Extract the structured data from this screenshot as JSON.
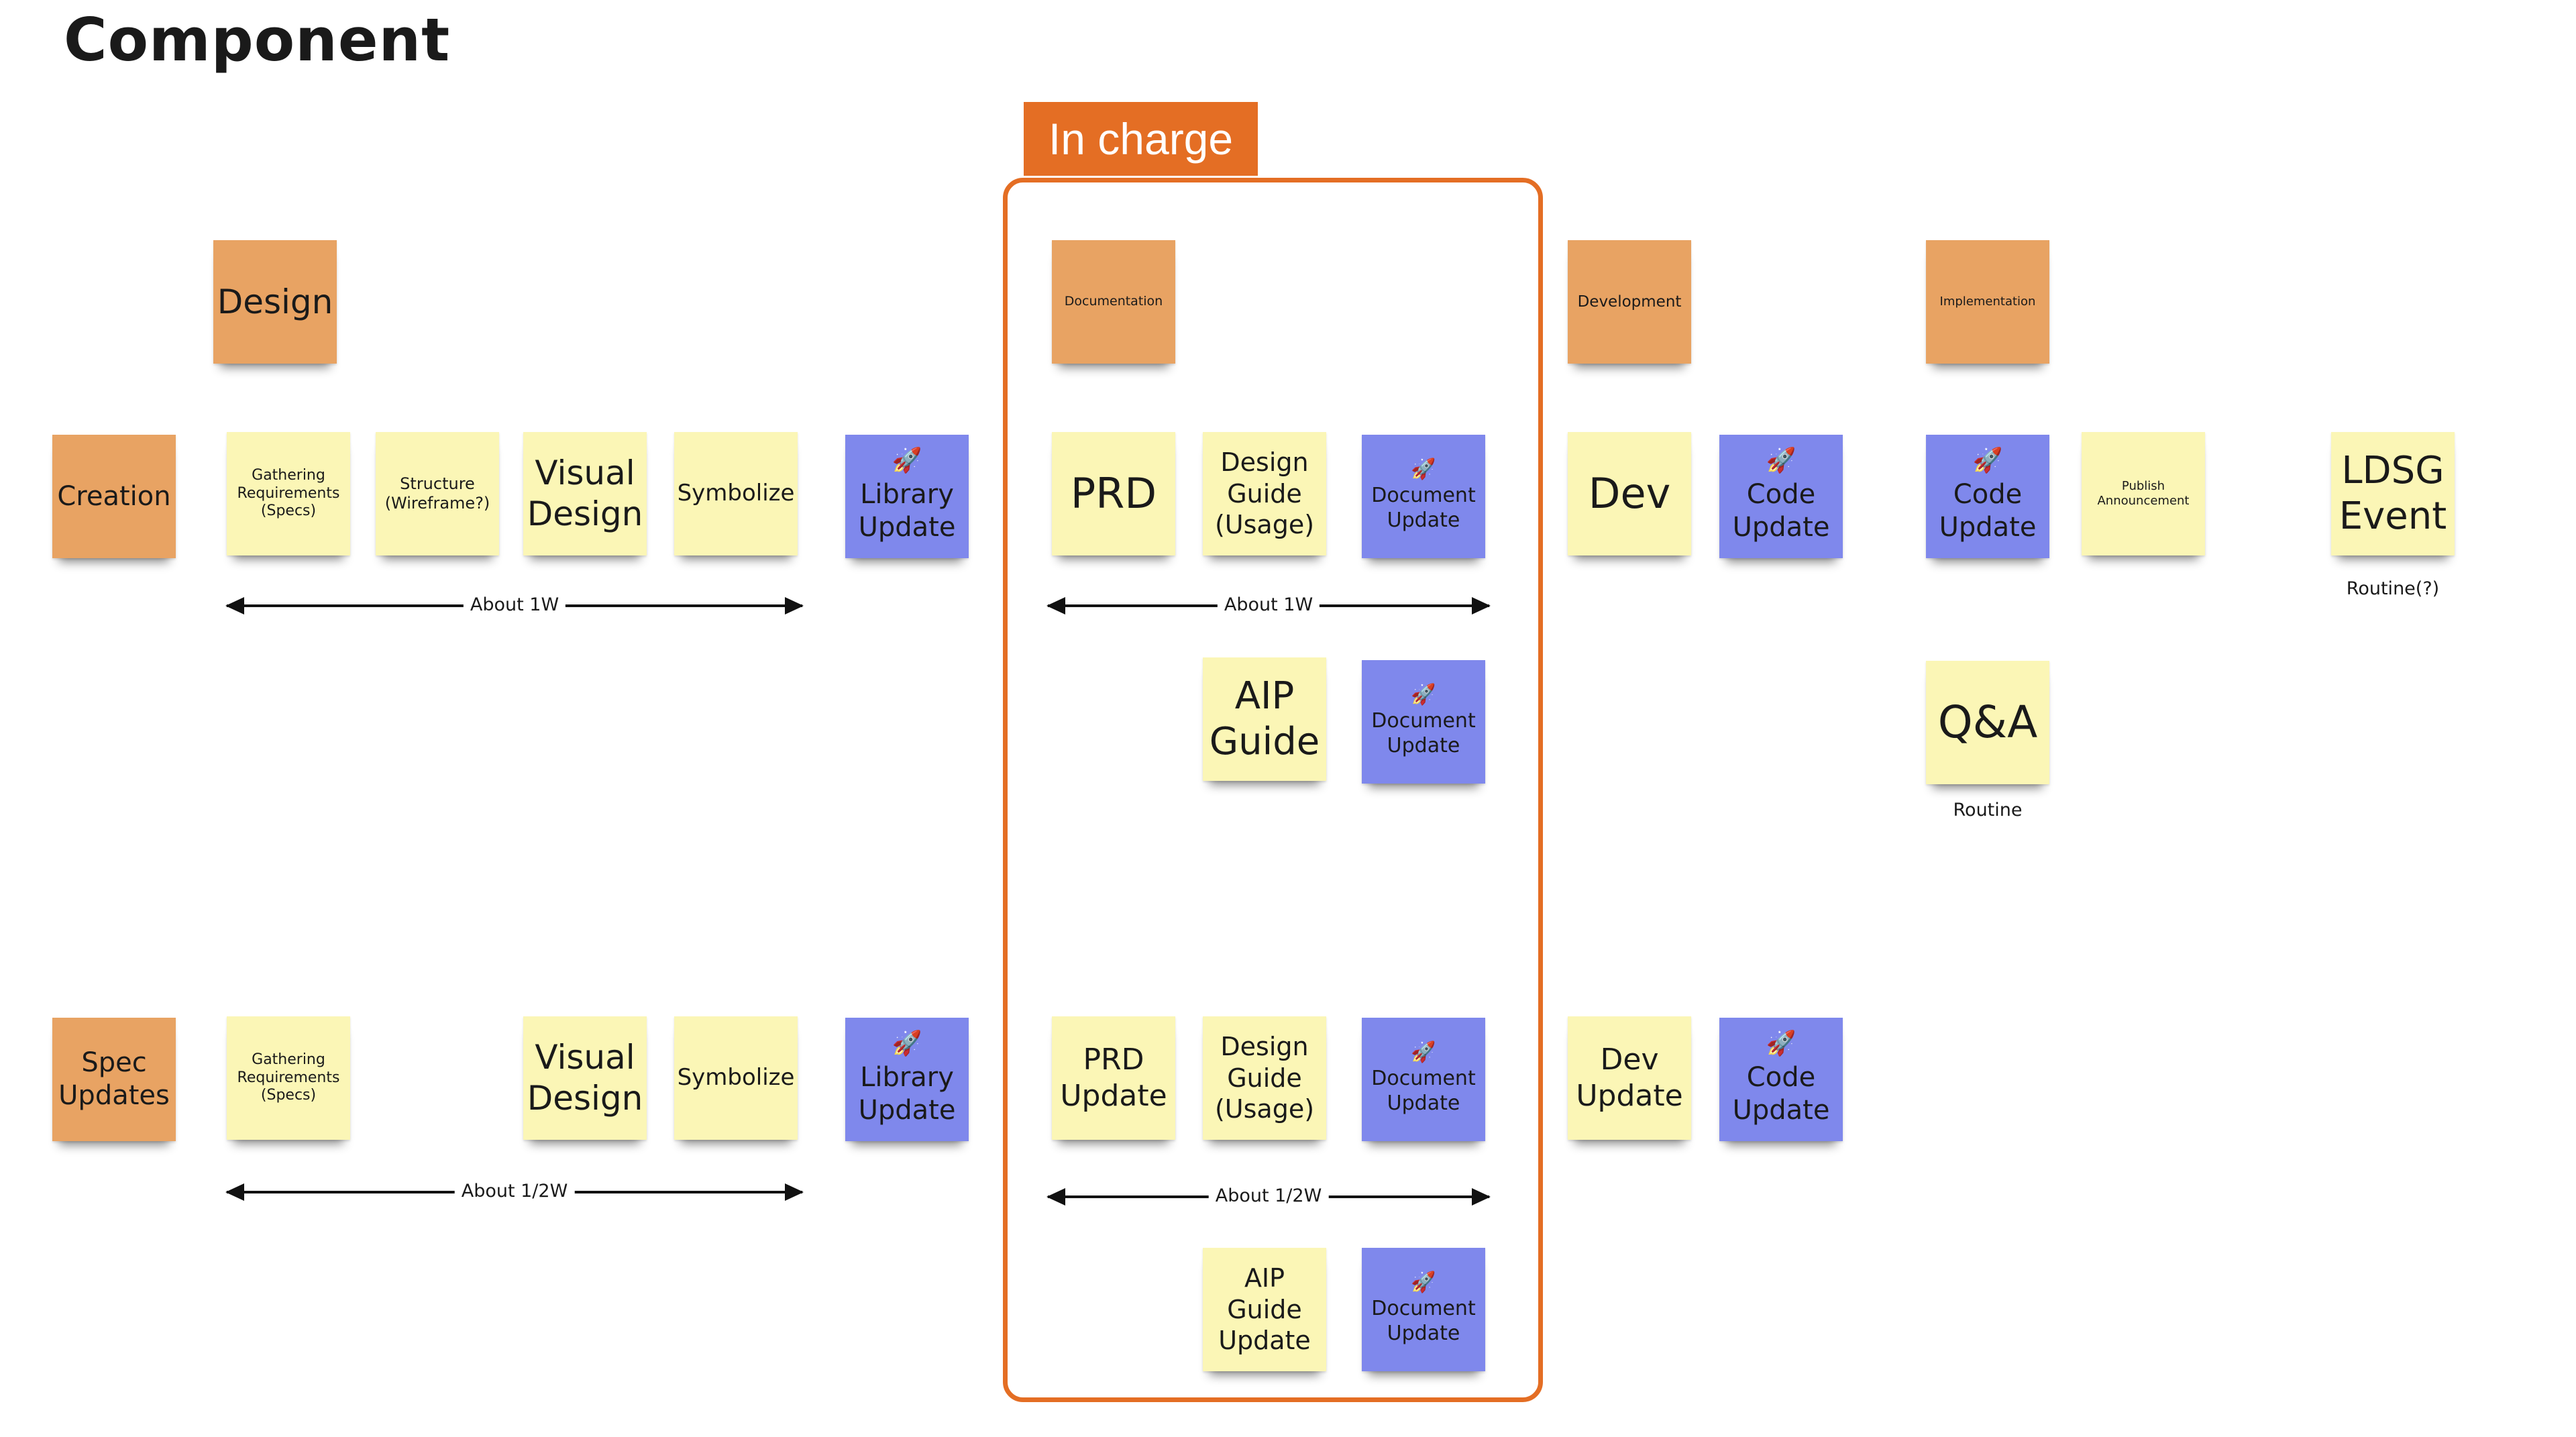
{
  "page": {
    "title": "Component"
  },
  "in_charge": {
    "label": "In charge"
  },
  "headers": {
    "design": "Design",
    "documentation": "Documentation",
    "development": "Development",
    "implementation": "Implementation"
  },
  "creation_row": {
    "start": "Creation",
    "gathering": "Gathering Requirements (Specs)",
    "structure": "Structure (Wireframe?)",
    "visual_design": "Visual Design",
    "symbolize": "Symbolize",
    "library_update": "Library Update",
    "prd": "PRD",
    "design_guide": "Design Guide (Usage)",
    "document_update": "Document Update",
    "dev": "Dev",
    "code_update": "Code Update",
    "impl_code_update": "Code Update",
    "publish": "Publish Announcement",
    "ldsg_event": "LDSG Event",
    "ldsg_caption": "Routine(?)",
    "design_duration": "About 1W",
    "doc_duration": "About 1W"
  },
  "aip_row": {
    "aip_guide": "AIP Guide",
    "document_update": "Document Update",
    "qa": "Q&A",
    "qa_caption": "Routine"
  },
  "spec_row": {
    "start": "Spec Updates",
    "gathering": "Gathering Requirements (Specs)",
    "visual_design": "Visual Design",
    "symbolize": "Symbolize",
    "library_update": "Library Update",
    "prd_update": "PRD Update",
    "design_guide": "Design Guide (Usage)",
    "document_update": "Document Update",
    "dev_update": "Dev Update",
    "code_update": "Code Update",
    "design_duration": "About 1/2W",
    "doc_duration": "About 1/2W"
  },
  "spec_aip_row": {
    "aip_guide_update": "AIP Guide Update",
    "document_update": "Document Update"
  },
  "icons": {
    "update_card": "rocket-icon"
  },
  "colors": {
    "accent": "#e46e24",
    "orange_sticky": "#e8a363",
    "yellow_sticky": "#fbf6b6",
    "blue_sticky": "#7f88ec"
  }
}
